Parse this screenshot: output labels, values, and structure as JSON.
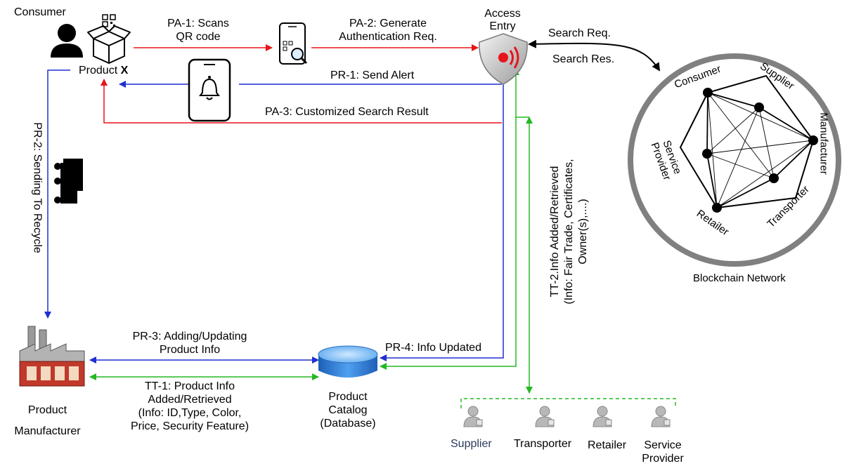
{
  "actors": {
    "consumer": "Consumer",
    "product": "Product",
    "product_mark": "X",
    "access_entry_line1": "Access",
    "access_entry_line2": "Entry",
    "manufacturer_line1": "Product",
    "manufacturer_line2": "Manufacturer",
    "catalog_line1": "Product",
    "catalog_line2": "Catalog",
    "catalog_line3": "(Database)"
  },
  "flows": {
    "pa1_line1": "PA-1: Scans",
    "pa1_line2": "QR code",
    "pa2_line1": "PA-2: Generate",
    "pa2_line2": "Authentication Req.",
    "pr1": "PR-1: Send Alert",
    "pa3": "PA-3: Customized Search Result",
    "pr2": "PR-2: Sending To Recycle",
    "pr3_line1": "PR-3: Adding/Updating",
    "pr3_line2": "Product Info",
    "tt1_line1": "TT-1: Product Info",
    "tt1_line2": "Added/Retrieved",
    "tt1_line3": "(Info: ID,Type, Color,",
    "tt1_line4": "Price, Security Feature)",
    "pr4": "PR-4: Info Updated",
    "tt2_line1": "TT-2.Info Added/Retrieved",
    "tt2_line2": "(Info: Fair Trade, Certificates,",
    "tt2_line3": "Owner(s),....)",
    "search_req": "Search Req.",
    "search_res": "Search Res."
  },
  "blockchain": {
    "caption": "Blockchain Network",
    "nodes": {
      "consumer": "Consumer",
      "supplier": "Supplier",
      "manufacturer": "Manufacturer",
      "transporter": "Transporter",
      "retailer": "Retailer",
      "service_provider_line1": "Service",
      "service_provider_line2": "Provider"
    }
  },
  "participants": {
    "supplier": "Supplier",
    "transporter": "Transporter",
    "retailer": "Retailer",
    "service_provider_line1": "Service",
    "service_provider_line2": "Provider"
  },
  "colors": {
    "red": "#e8141b",
    "blue": "#1f2fd1",
    "green": "#22b822",
    "network_ring": "#808080"
  }
}
